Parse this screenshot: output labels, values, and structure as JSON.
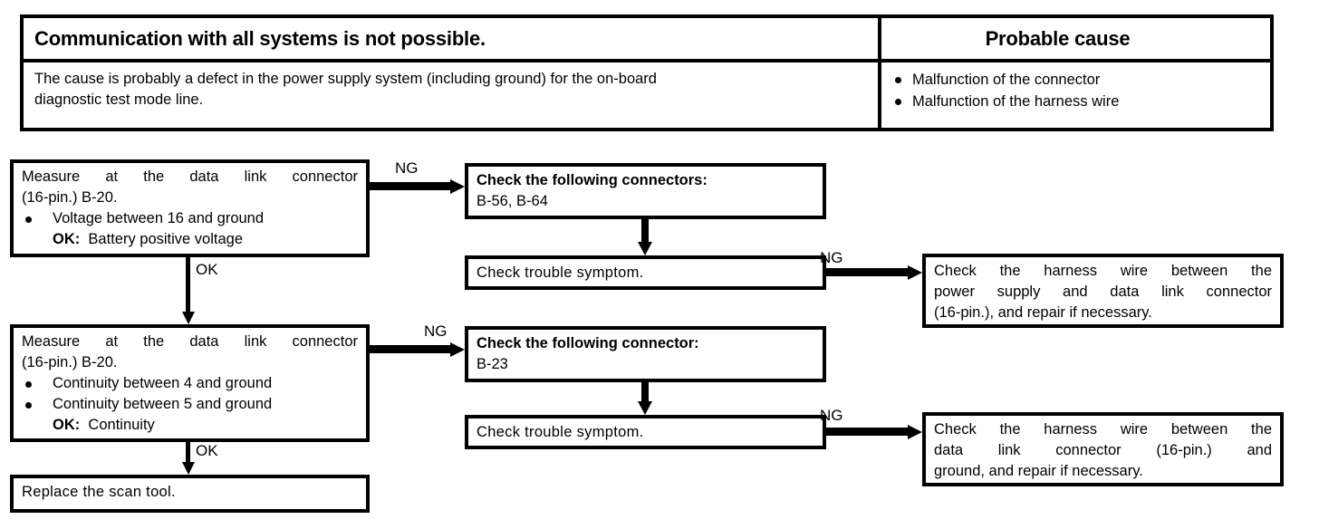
{
  "header": {
    "title_left": "Communication with all systems is not possible.",
    "title_right": "Probable cause",
    "body_left_line1": "The cause is probably a defect in the power supply system (including ground) for the on-board",
    "body_left_line2": "diagnostic test mode line.",
    "causes": [
      "Malfunction of the connector",
      "Malfunction of the harness wire"
    ]
  },
  "flow": {
    "measure1": {
      "line1": "Measure at the data link connector",
      "line2": "(16-pin.) B-20.",
      "bullet1": "Voltage between 16 and ground",
      "ok_label": "OK:",
      "ok_value": "Battery positive voltage"
    },
    "measure2": {
      "line1": "Measure at the data link connector",
      "line2": "(16-pin.) B-20.",
      "bullet1": "Continuity between 4 and ground",
      "bullet2": "Continuity between 5 and ground",
      "ok_label": "OK:",
      "ok_value": "Continuity"
    },
    "replace": {
      "line1": "Replace the scan tool."
    },
    "connectors1": {
      "line1": "Check the following connectors:",
      "line2": "B-56, B-64"
    },
    "connectors2": {
      "line1": "Check the following connector:",
      "line2": "B-23"
    },
    "trouble1": {
      "line1": "Check trouble symptom."
    },
    "trouble2": {
      "line1": "Check trouble symptom."
    },
    "harness1": {
      "line1": "Check the harness wire between the",
      "line2": "power supply and data link connector",
      "line3": "(16-pin.), and repair if necessary."
    },
    "harness2": {
      "line1": "Check the harness wire between the",
      "line2": "data link connector (16-pin.) and",
      "line3": "ground, and repair if necessary."
    }
  },
  "edges": {
    "ng1": "NG",
    "ng2": "NG",
    "ng3": "NG",
    "ng4": "NG",
    "ok1": "OK",
    "ok2": "OK"
  },
  "colors": {
    "ink": "#000000",
    "paper": "#ffffff"
  }
}
